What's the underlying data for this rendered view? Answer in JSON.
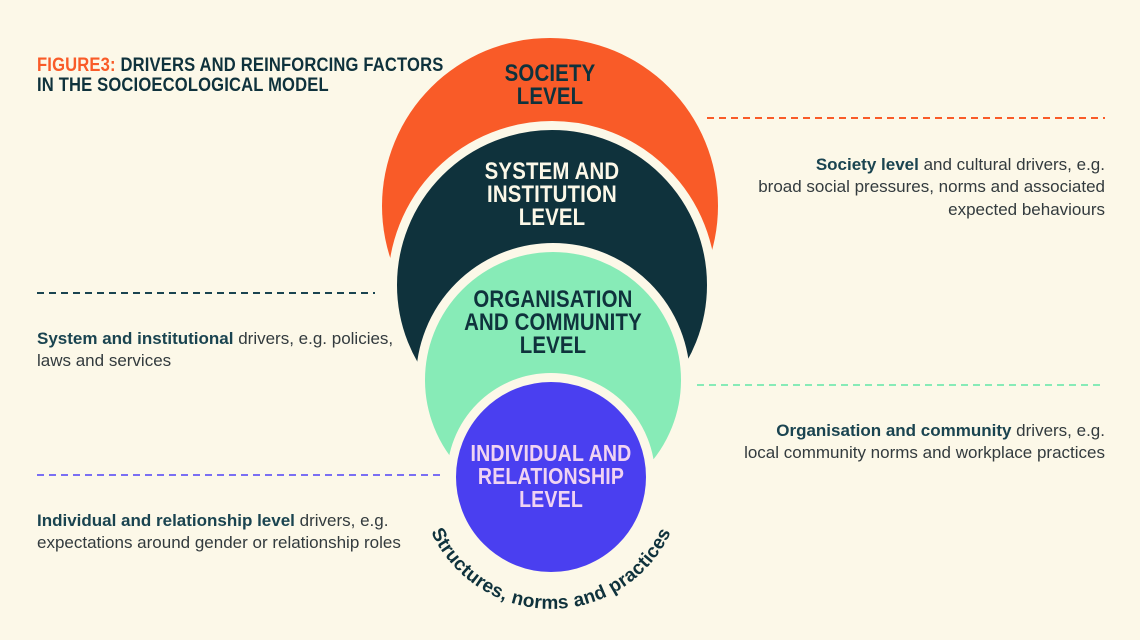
{
  "palette": {
    "background": "#FCF8E8",
    "orange": "#F95B28",
    "dark_teal": "#0F323C",
    "mint": "#87EBB7",
    "blue": "#4A3FF0",
    "pink_label": "#F0D3F2",
    "body_text": "#333B3E",
    "lead_text": "#1A4450",
    "blue_dash": "#7A6FF3"
  },
  "title": {
    "prefix": "FIGURE3: ",
    "rest": "DRIVERS AND REINFORCING FACTORS\nIN THE SOCIOECOLOGICAL MODEL"
  },
  "model": {
    "levels": [
      {
        "name": "society",
        "label": "SOCIETY\nLEVEL",
        "color": "#F95B28"
      },
      {
        "name": "system-and-institution",
        "label": "SYSTEM AND\nINSTITUTION\nLEVEL",
        "color": "#0F323C"
      },
      {
        "name": "organisation-and-community",
        "label": "ORGANISATION\nAND COMMUNITY\nLEVEL",
        "color": "#87EBB7"
      },
      {
        "name": "individual-and-relationship",
        "label": "INDIVIDUAL AND\nRELATIONSHIP\nLEVEL",
        "color": "#4A3FF0"
      }
    ],
    "caption": "Structures, norms and practices"
  },
  "annotations": {
    "society": {
      "lead": "Society level",
      "rest": " and cultural drivers, e.g.\nbroad social pressures, norms and associated\nexpected behaviours"
    },
    "system": {
      "lead": "System and institutional",
      "rest": " drivers, e.g. policies,\nlaws and services"
    },
    "organisation": {
      "lead": "Organisation and community",
      "rest": " drivers, e.g.\nlocal community norms and workplace practices"
    },
    "individual": {
      "lead": "Individual and relationship level",
      "rest": " drivers, e.g.\nexpectations around gender or relationship roles"
    }
  }
}
